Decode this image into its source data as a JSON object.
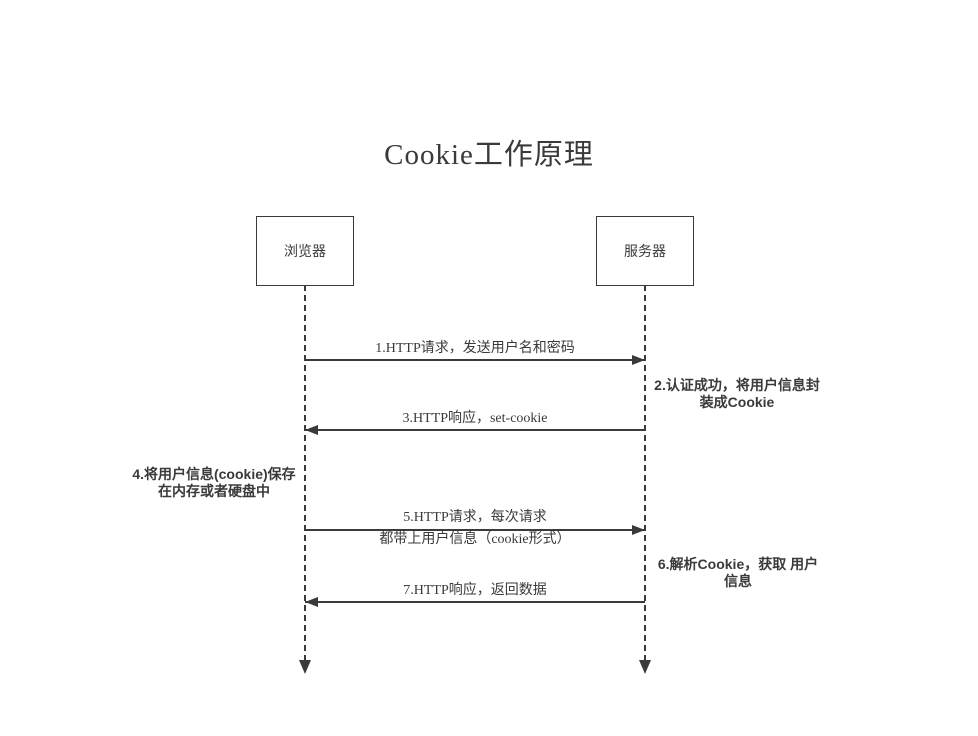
{
  "title": "Cookie工作原理",
  "actors": {
    "browser": "浏览器",
    "server": "服务器"
  },
  "messages": {
    "m1": "1.HTTP请求，发送用户名和密码",
    "m3": "3.HTTP响应，set-cookie",
    "m5_line1": "5.HTTP请求，每次请求",
    "m5_line2": "都带上用户信息（cookie形式）",
    "m7": "7.HTTP响应，返回数据"
  },
  "notes": {
    "n2": "2.认证成功，将用户信息封\n装成Cookie",
    "n4": "4.将用户信息(cookie)保存\n在内存或者硬盘中",
    "n6": "6.解析Cookie，获取 用户\n信息"
  },
  "colors": {
    "ink": "#3a3a3a",
    "background": "#ffffff"
  }
}
